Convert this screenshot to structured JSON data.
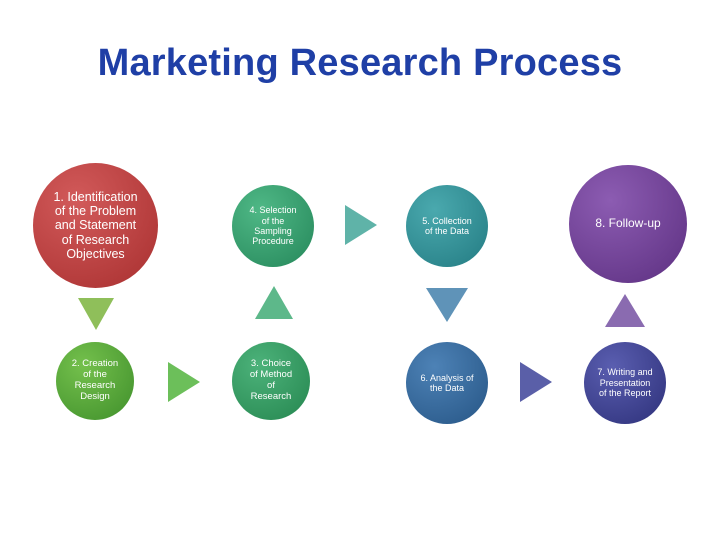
{
  "title": "Marketing Research Process",
  "steps": [
    {
      "label": "1. Identification of the Problem and Statement of Research Objectives",
      "color": "#b63a3a"
    },
    {
      "label": "2. Creation of the Research Design",
      "color": "#4f9a34"
    },
    {
      "label": "3. Choice of Method of Research",
      "color": "#2e9660"
    },
    {
      "label": "4. Selection of the Sampling Procedure",
      "color": "#2f9a6a"
    },
    {
      "label": "5. Collection of the Data",
      "color": "#2f8c93"
    },
    {
      "label": "6. Analysis of the Data",
      "color": "#2f6596"
    },
    {
      "label": "7. Writing and Presentation of the Report",
      "color": "#3b3f8c"
    },
    {
      "label": "8. Follow-up",
      "color": "#6d3f90"
    }
  ],
  "connectors": {
    "step1_to_step2": {
      "direction": "down",
      "color": "#8fbf5a"
    },
    "step2_to_step3": {
      "direction": "right",
      "color": "#6cbf5a"
    },
    "step3_to_step4": {
      "direction": "up",
      "color": "#5db88a"
    },
    "step4_to_step5": {
      "direction": "right",
      "color": "#5fb3a8"
    },
    "step5_to_step6": {
      "direction": "down",
      "color": "#5f93b8"
    },
    "step6_to_step7": {
      "direction": "right",
      "color": "#5a5fa8"
    },
    "step7_to_step8": {
      "direction": "up",
      "color": "#8a6bb0"
    }
  }
}
